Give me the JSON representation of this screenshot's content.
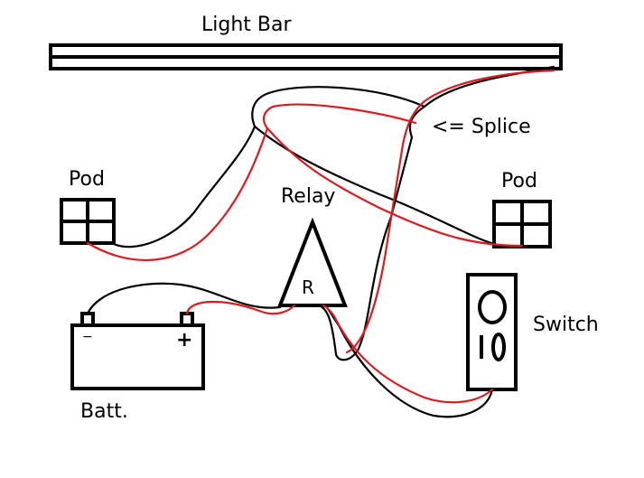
{
  "labels": {
    "light_bar": "Light Bar",
    "splice": "<= Splice",
    "pod_left": "Pod",
    "pod_right": "Pod",
    "relay": "Relay",
    "relay_mark": "R",
    "switch": "Switch",
    "battery": "Batt.",
    "battery_neg": "−",
    "battery_pos": "+"
  },
  "colors": {
    "wire_black": "#000000",
    "wire_red": "#e0191f",
    "background": "#ffffff"
  }
}
